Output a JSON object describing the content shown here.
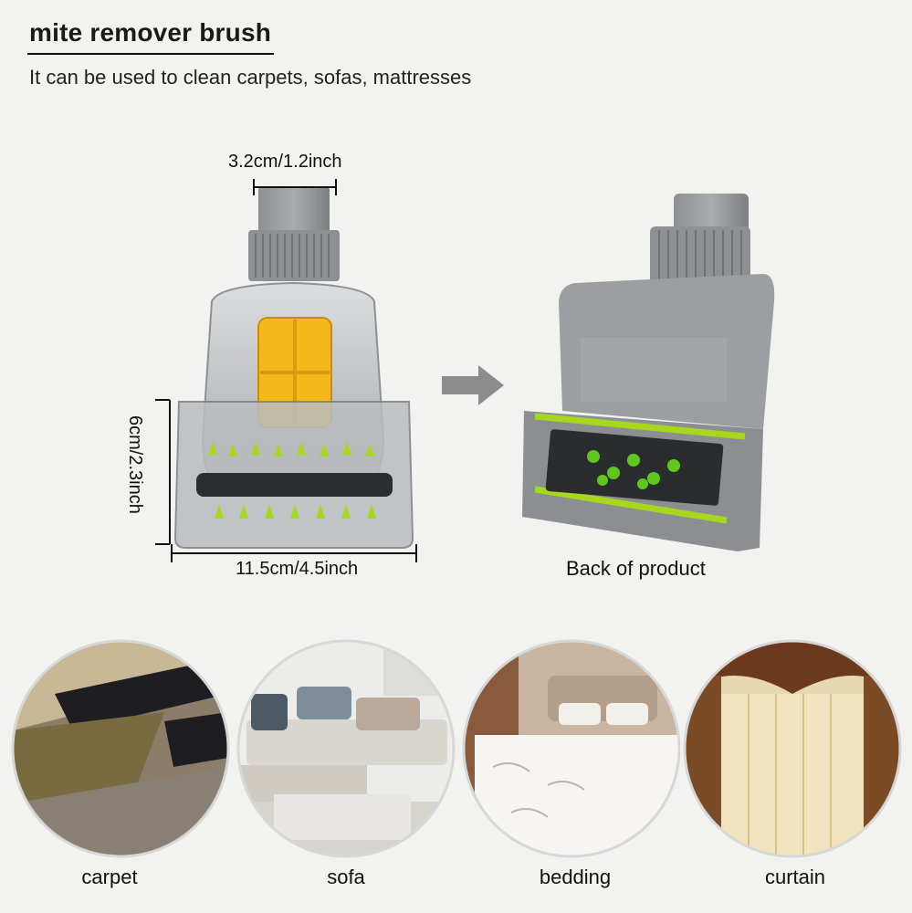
{
  "header": {
    "title": "mite remover brush",
    "subtitle": "It can be used to clean carpets, sofas, mattresses"
  },
  "dimensions": {
    "nozzle": "3.2cm/1.2inch",
    "height": "6cm/2.3inch",
    "width": "11.5cm/4.5inch"
  },
  "back_caption": "Back of product",
  "scenes": [
    {
      "label": "carpet"
    },
    {
      "label": "sofa"
    },
    {
      "label": "bedding"
    },
    {
      "label": "curtain"
    }
  ],
  "colors": {
    "brush_yellow": "#f5b81c",
    "bristle_green": "#a8d81e",
    "body_gray": "#8f9294"
  }
}
